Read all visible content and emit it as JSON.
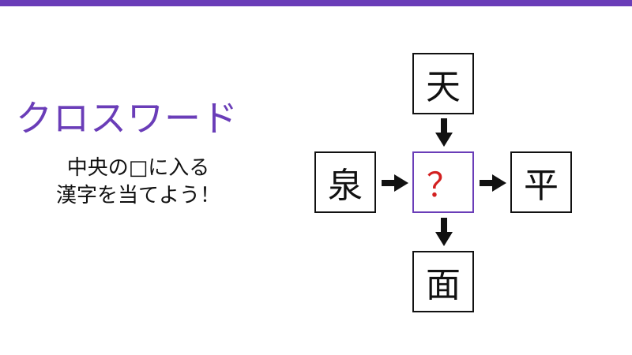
{
  "puzzle": {
    "title": "クロスワード",
    "instruction_line1": "中央の□に入る",
    "instruction_line2": "漢字を当てよう！",
    "top": "天",
    "left": "泉",
    "right": "平",
    "bottom": "面",
    "center": "？"
  },
  "colors": {
    "accent": "#6a3db8",
    "question": "#d32020",
    "text": "#111111"
  }
}
